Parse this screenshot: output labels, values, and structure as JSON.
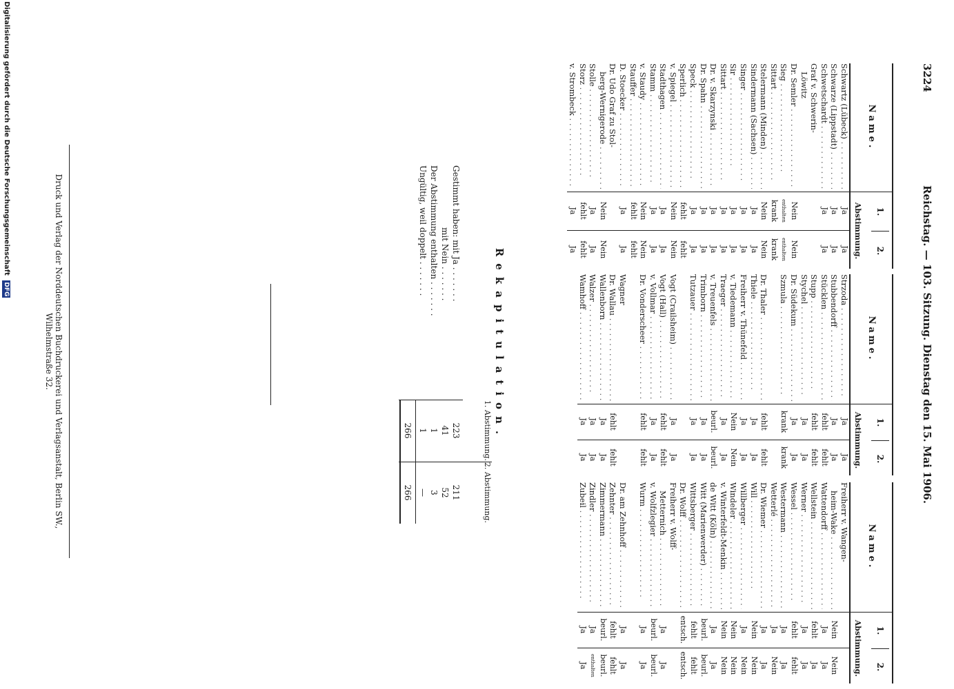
{
  "header": {
    "page_number": "3224",
    "title": "Reichstag. — 103. Sitzung. Dienstag den 15. Mai 1906."
  },
  "column_header": {
    "name_label": "Name.",
    "vote1": "1.",
    "vote2": "2.",
    "vote_label": "Abstimmung."
  },
  "columns": [
    {
      "rows": [
        {
          "name": "Schwartz (Lübeck)",
          "v1": "Ja",
          "v2": "Ja"
        },
        {
          "name": "Schwarze (Lippstadt)",
          "v1": "Ja",
          "v2": "Ja"
        },
        {
          "name": "Schwetschardt",
          "v1": "Ja",
          "v2": "Ja"
        },
        {
          "name": "Graf v. Schwerin-",
          "v1": "",
          "v2": ""
        },
        {
          "name": "Löwitz",
          "v1": "",
          "v2": "",
          "indent": true
        },
        {
          "name": "Dr. Semler",
          "v1": "Nein",
          "v2": "Nein"
        },
        {
          "name": "Sieg",
          "v1": "enthalten",
          "v2": "enthalten",
          "small": true
        },
        {
          "name": "Sittart",
          "v1": "krank",
          "v2": "krank"
        },
        {
          "name": "Stelermann (Minden)",
          "v1": "Nein",
          "v2": "Nein"
        },
        {
          "name": "Sindermann (Sachsen)",
          "v1": "Ja",
          "v2": "Ja"
        },
        {
          "name": "Singer",
          "v1": "Ja",
          "v2": "Ja"
        },
        {
          "name": "Sir",
          "v1": "Ja",
          "v2": "Ja"
        },
        {
          "name": "Sittart",
          "v1": "Ja",
          "v2": "Ja"
        },
        {
          "name": "Dr. v. Skarzynski",
          "v1": "Ja",
          "v2": "Ja"
        },
        {
          "name": "Dr. Spahn",
          "v1": "Ja",
          "v2": "Ja"
        },
        {
          "name": "Speck",
          "v1": "Ja",
          "v2": "Ja"
        },
        {
          "name": "Sperlich",
          "v1": "fehlt",
          "v2": "fehlt"
        },
        {
          "name": "v. Spiegel",
          "v1": "Nein",
          "v2": "Nein"
        },
        {
          "name": "Stadthagen",
          "v1": "Ja",
          "v2": "Ja"
        },
        {
          "name": "Stamm",
          "v1": "Ja",
          "v2": "Ja"
        },
        {
          "name": "v. Staudy",
          "v1": "Nein",
          "v2": "Nein"
        },
        {
          "name": "Stauffer",
          "v1": "fehlt",
          "v2": "fehlt"
        },
        {
          "name": "D. Stoecker",
          "v1": "Ja",
          "v2": "Ja"
        },
        {
          "name": "Dr. Udo Graf zu Stol-",
          "v1": "",
          "v2": ""
        },
        {
          "name": "berg-Wernigerode",
          "v1": "Nein",
          "v2": "Nein",
          "indent": true
        },
        {
          "name": "Stolle",
          "v1": "Ja",
          "v2": "Ja"
        },
        {
          "name": "Storz",
          "v1": "fehlt",
          "v2": "fehlt"
        },
        {
          "name": "v. Strombeck",
          "v1": "Ja",
          "v2": "Ja"
        }
      ]
    },
    {
      "rows": [
        {
          "name": "Strzoda",
          "v1": "Ja",
          "v2": "Ja"
        },
        {
          "name": "Stubbendorff",
          "v1": "Ja",
          "v2": "Ja"
        },
        {
          "name": "Stücklen",
          "v1": "fehlt",
          "v2": "fehlt"
        },
        {
          "name": "Stupp",
          "v1": "fehlt",
          "v2": "fehlt"
        },
        {
          "name": "Stychel",
          "v1": "Ja",
          "v2": "Ja"
        },
        {
          "name": "Dr. Südekum",
          "v1": "Ja",
          "v2": "Ja"
        },
        {
          "name": "Szmula",
          "v1": "krank",
          "v2": "krank"
        },
        {
          "name": "",
          "v1": "",
          "v2": ""
        },
        {
          "name": "Dr. Thaler",
          "v1": "fehlt",
          "v2": "fehlt"
        },
        {
          "name": "Thiele",
          "v1": "Ja",
          "v2": "Ja"
        },
        {
          "name": "Freiherr v. Thünefeld",
          "v1": "Ja",
          "v2": "Ja"
        },
        {
          "name": "v. Tiedemann",
          "v1": "Nein",
          "v2": "Nein"
        },
        {
          "name": "Traeger",
          "v1": "Ja",
          "v2": "Ja"
        },
        {
          "name": "v. Treuenfels",
          "v1": "beurl.",
          "v2": "beurl."
        },
        {
          "name": "Trimborn",
          "v1": "Ja",
          "v2": "Ja"
        },
        {
          "name": "Tutzauer",
          "v1": "Ja",
          "v2": "Ja"
        },
        {
          "name": "",
          "v1": "",
          "v2": ""
        },
        {
          "name": "Vogt (Crailsheim)",
          "v1": "Ja",
          "v2": "Ja"
        },
        {
          "name": "Vogt (Hall)",
          "v1": "fehlt",
          "v2": "fehlt"
        },
        {
          "name": "v. Vollmar",
          "v1": "Ja",
          "v2": "Ja"
        },
        {
          "name": "Dr. Vonderscheer",
          "v1": "fehlt",
          "v2": "fehlt"
        },
        {
          "name": "",
          "v1": "",
          "v2": ""
        },
        {
          "name": "Wagner",
          "v1": "",
          "v2": ""
        },
        {
          "name": "Dr. Wallau",
          "v1": "fehlt",
          "v2": "fehlt"
        },
        {
          "name": "Wallenborn",
          "v1": "Ja",
          "v2": "Ja"
        },
        {
          "name": "Walzer",
          "v1": "Ja",
          "v2": "Ja"
        },
        {
          "name": "Wamhoff",
          "v1": "Ja",
          "v2": "Ja"
        }
      ]
    },
    {
      "rows": [
        {
          "name": "Freiherr v. Wangen-",
          "v1": "",
          "v2": ""
        },
        {
          "name": "heim-Wake",
          "v1": "Nein",
          "v2": "Nein",
          "indent": true
        },
        {
          "name": "Wattendorff",
          "v1": "Ja",
          "v2": "Ja"
        },
        {
          "name": "Wellstein",
          "v1": "fehlt",
          "v2": "Ja"
        },
        {
          "name": "Werner",
          "v1": "Ja",
          "v2": "Ja"
        },
        {
          "name": "Wessel",
          "v1": "fehlt",
          "v2": "fehlt"
        },
        {
          "name": "Westermann",
          "v1": "Ja",
          "v2": "Ja"
        },
        {
          "name": "Wetterlé",
          "v1": "Ja",
          "v2": "Nein"
        },
        {
          "name": "Dr. Wiemer",
          "v1": "Ja",
          "v2": "Ja"
        },
        {
          "name": "Will",
          "v1": "Nein",
          "v2": "Nein"
        },
        {
          "name": "Willberger",
          "v1": "Ja",
          "v2": "Nein"
        },
        {
          "name": "Windeler",
          "v1": "Nein",
          "v2": "Nein"
        },
        {
          "name": "v. Winterfeldt-Menkin",
          "v1": "Nein",
          "v2": "Nein"
        },
        {
          "name": "de Witt (Köln)",
          "v1": "Ja",
          "v2": "Ja"
        },
        {
          "name": "Witt (Marienwerder)",
          "v1": "beurl.",
          "v2": "beurl."
        },
        {
          "name": "Wittsberger",
          "v1": "fehlt",
          "v2": "fehlt"
        },
        {
          "name": "Dr. Wolff",
          "v1": "entsch.",
          "v2": "entsch."
        },
        {
          "name": "Freiherr v. Wolff-",
          "v1": "",
          "v2": ""
        },
        {
          "name": "Metternich",
          "v1": "Ja",
          "v2": "Ja",
          "indent": true
        },
        {
          "name": "v. Wolfzlegier",
          "v1": "beurl.",
          "v2": "beurl."
        },
        {
          "name": "Wurm",
          "v1": "Ja",
          "v2": "Ja"
        },
        {
          "name": "",
          "v1": "",
          "v2": ""
        },
        {
          "name": "Dr. am Zehnhoff",
          "v1": "Ja",
          "v2": "Ja"
        },
        {
          "name": "Zehnter",
          "v1": "fehlt",
          "v2": "fehlt"
        },
        {
          "name": "Zimmermann",
          "v1": "beurl.",
          "v2": "beurl."
        },
        {
          "name": "Zindler",
          "v1": "Ja",
          "v2": "enthalten",
          "small2": true
        },
        {
          "name": "Zubeil",
          "v1": "Ja",
          "v2": "Ja"
        }
      ]
    }
  ],
  "recap": {
    "title": "Rekapitulation.",
    "head1": "1. Abstimmung.",
    "head2": "2. Abstimmung.",
    "lines": [
      {
        "label": "Gestimmt haben: mit Ja",
        "v1": "223",
        "v2": "211"
      },
      {
        "label": "mit Nein",
        "v1": "41",
        "v2": "52"
      },
      {
        "label": "Der Abstimmung enthalten",
        "v1": "1",
        "v2": "3"
      },
      {
        "label": "Ungültig, weil doppelt",
        "v1": "1",
        "v2": "—"
      }
    ],
    "total1": "266",
    "total2": "266"
  },
  "footer": {
    "imprint": "Druck und Verlag der Norddeutschen Buchdruckerei und Verlagsanstalt, Berlin SW., Wilhelmstraße 32.",
    "digitization": "Digitalisierung gefördert durch die Deutsche Forschungsgemeinschaft",
    "logo": "DFG"
  }
}
